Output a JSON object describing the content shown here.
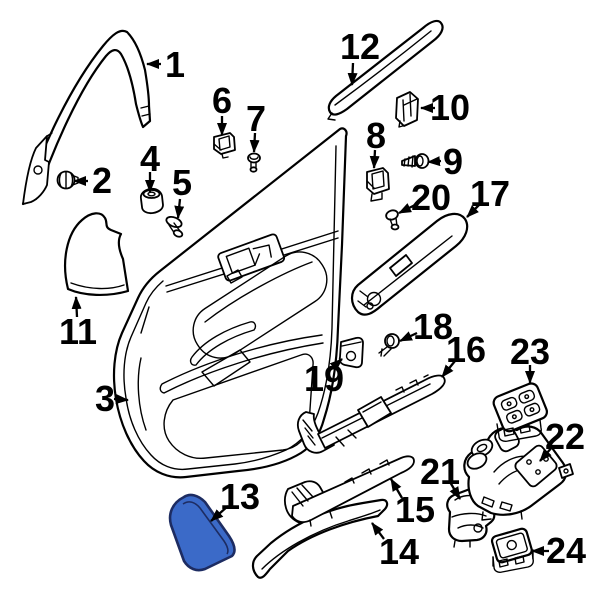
{
  "diagram": {
    "colors": {
      "background": "#ffffff",
      "ink": "#000000",
      "highlight_fill": "#3b6ac8",
      "highlight_stroke": "#1d2c62"
    },
    "highlighted_part_number": "13",
    "parts": [
      {
        "number": "1"
      },
      {
        "number": "2"
      },
      {
        "number": "3"
      },
      {
        "number": "4"
      },
      {
        "number": "5"
      },
      {
        "number": "6"
      },
      {
        "number": "7"
      },
      {
        "number": "8"
      },
      {
        "number": "9"
      },
      {
        "number": "10"
      },
      {
        "number": "11"
      },
      {
        "number": "12"
      },
      {
        "number": "13"
      },
      {
        "number": "14"
      },
      {
        "number": "15"
      },
      {
        "number": "16"
      },
      {
        "number": "17"
      },
      {
        "number": "18"
      },
      {
        "number": "19"
      },
      {
        "number": "20"
      },
      {
        "number": "21"
      },
      {
        "number": "22"
      },
      {
        "number": "23"
      },
      {
        "number": "24"
      }
    ]
  }
}
